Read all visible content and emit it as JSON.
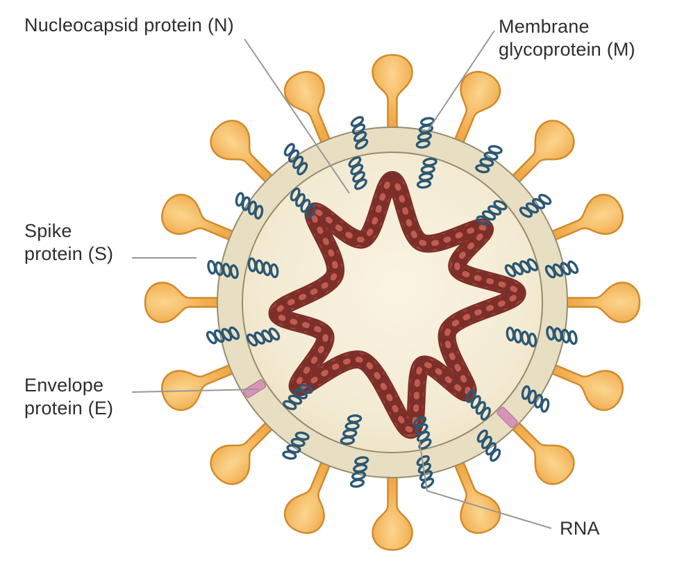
{
  "labels": {
    "nucleocapsid": "Nucleocapsid protein (N)",
    "membrane": [
      "Membrane",
      "glycoprotein (M)"
    ],
    "spike": [
      "Spike",
      "protein (S)"
    ],
    "envelope": [
      "Envelope",
      "protein (E)"
    ],
    "rna": "RNA"
  },
  "colors": {
    "background": "#ffffff",
    "text": "#2e2e2e",
    "leader": "#979797",
    "spike_fill": "#f2b054",
    "spike_light": "#fbd68f",
    "spike_deep": "#eca03c",
    "spike_stroke": "#d18a2b",
    "membrane_ring": "#e8dfc3",
    "membrane_stroke": "#988b6d",
    "interior_light": "#faf4e3",
    "interior_mid": "#f3ead2",
    "interior_edge": "#ecdfc0",
    "rna_main": "#a2443c",
    "rna_dark": "#7c2f28",
    "rna_light": "#c25c50",
    "m_protein": "#2b5874",
    "envelope_fill": "#d894b8",
    "envelope_stroke": "#b9719a"
  }
}
